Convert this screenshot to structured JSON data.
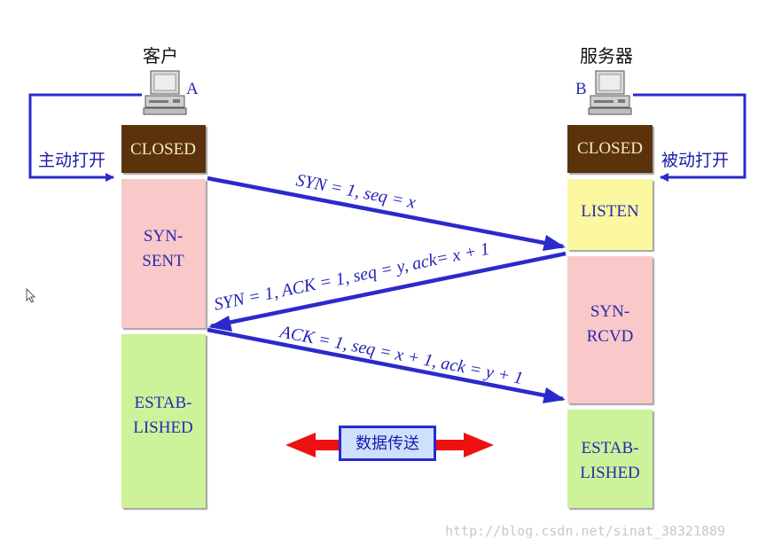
{
  "client": {
    "title": "客户",
    "letter": "A",
    "open_label": "主动打开",
    "states": [
      {
        "label": "CLOSED",
        "color": "#5c3311"
      },
      {
        "label": "SYN-\nSENT",
        "color": "#f9c8c8"
      },
      {
        "label": "ESTAB-\nLISHED",
        "color": "#cdf29a"
      }
    ]
  },
  "server": {
    "title": "服务器",
    "letter": "B",
    "open_label": "被动打开",
    "states": [
      {
        "label": "CLOSED",
        "color": "#5c3311"
      },
      {
        "label": "LISTEN",
        "color": "#fbf8a0"
      },
      {
        "label": "SYN-\nRCVD",
        "color": "#f9c8c8"
      },
      {
        "label": "ESTAB-\nLISHED",
        "color": "#cdf29a"
      }
    ]
  },
  "messages": [
    {
      "label": "SYN = 1, seq = x",
      "direction": "A-to-B"
    },
    {
      "label": "SYN = 1, ACK = 1, seq = y, ack= x + 1",
      "direction": "B-to-A"
    },
    {
      "label": "ACK = 1, seq = x + 1, ack = y + 1",
      "direction": "A-to-B"
    }
  ],
  "data_transfer": {
    "label": "数据传送"
  },
  "watermark": "http://blog.csdn.net/sinat_38321889",
  "colors": {
    "line": "#2a2acc",
    "arrow_red": "#ee1111",
    "data_box": "#cfe0ff"
  }
}
